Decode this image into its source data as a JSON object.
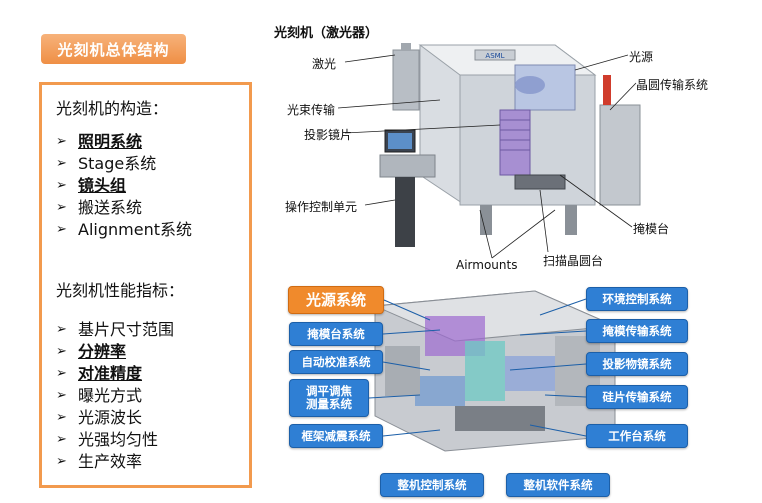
{
  "left": {
    "tag": "光刻机总体结构",
    "construction_heading": "光刻机的构造：",
    "construction_items": [
      {
        "label": "照明系统",
        "bold": true
      },
      {
        "label": "Stage系统",
        "bold": false
      },
      {
        "label": "镜头组",
        "bold": true
      },
      {
        "label": "搬送系统",
        "bold": false
      },
      {
        "label": "Alignment系统",
        "bold": false
      }
    ],
    "performance_heading": "光刻机性能指标：",
    "performance_items": [
      {
        "label": "基片尺寸范围",
        "bold": false
      },
      {
        "label": "分辨率",
        "bold": true
      },
      {
        "label": "对准精度",
        "bold": true
      },
      {
        "label": "曝光方式",
        "bold": false
      },
      {
        "label": "光源波长",
        "bold": false
      },
      {
        "label": "光强均匀性",
        "bold": false
      },
      {
        "label": "生产效率",
        "bold": false
      }
    ],
    "arrow": "➢"
  },
  "top_diagram": {
    "title": "光刻机（激光器）",
    "labels": {
      "laser": "激光",
      "light_source": "光源",
      "wafer_transfer": "晶圆传输系统",
      "beam_delivery": "光束传输",
      "projection_lens": "投影镜片",
      "operator_console": "操作控制单元",
      "reticle_stage": "掩模台",
      "airmounts": "Airmounts",
      "scan_wafer_stage": "扫描晶圆台"
    },
    "brand": "ASML"
  },
  "bottom_diagram": {
    "light_source_system": "光源系统",
    "left_labels": [
      "掩模台系统",
      "自动校准系统",
      "调平调焦\n测量系统",
      "框架减震系统"
    ],
    "right_labels": [
      "环境控制系统",
      "掩模传输系统",
      "投影物镜系统",
      "硅片传输系统",
      "工作台系统"
    ],
    "bottom_labels": [
      "整机控制系统",
      "整机软件系统"
    ],
    "colors": {
      "blue": "#2f7fd4",
      "orange": "#f08a2c"
    }
  }
}
